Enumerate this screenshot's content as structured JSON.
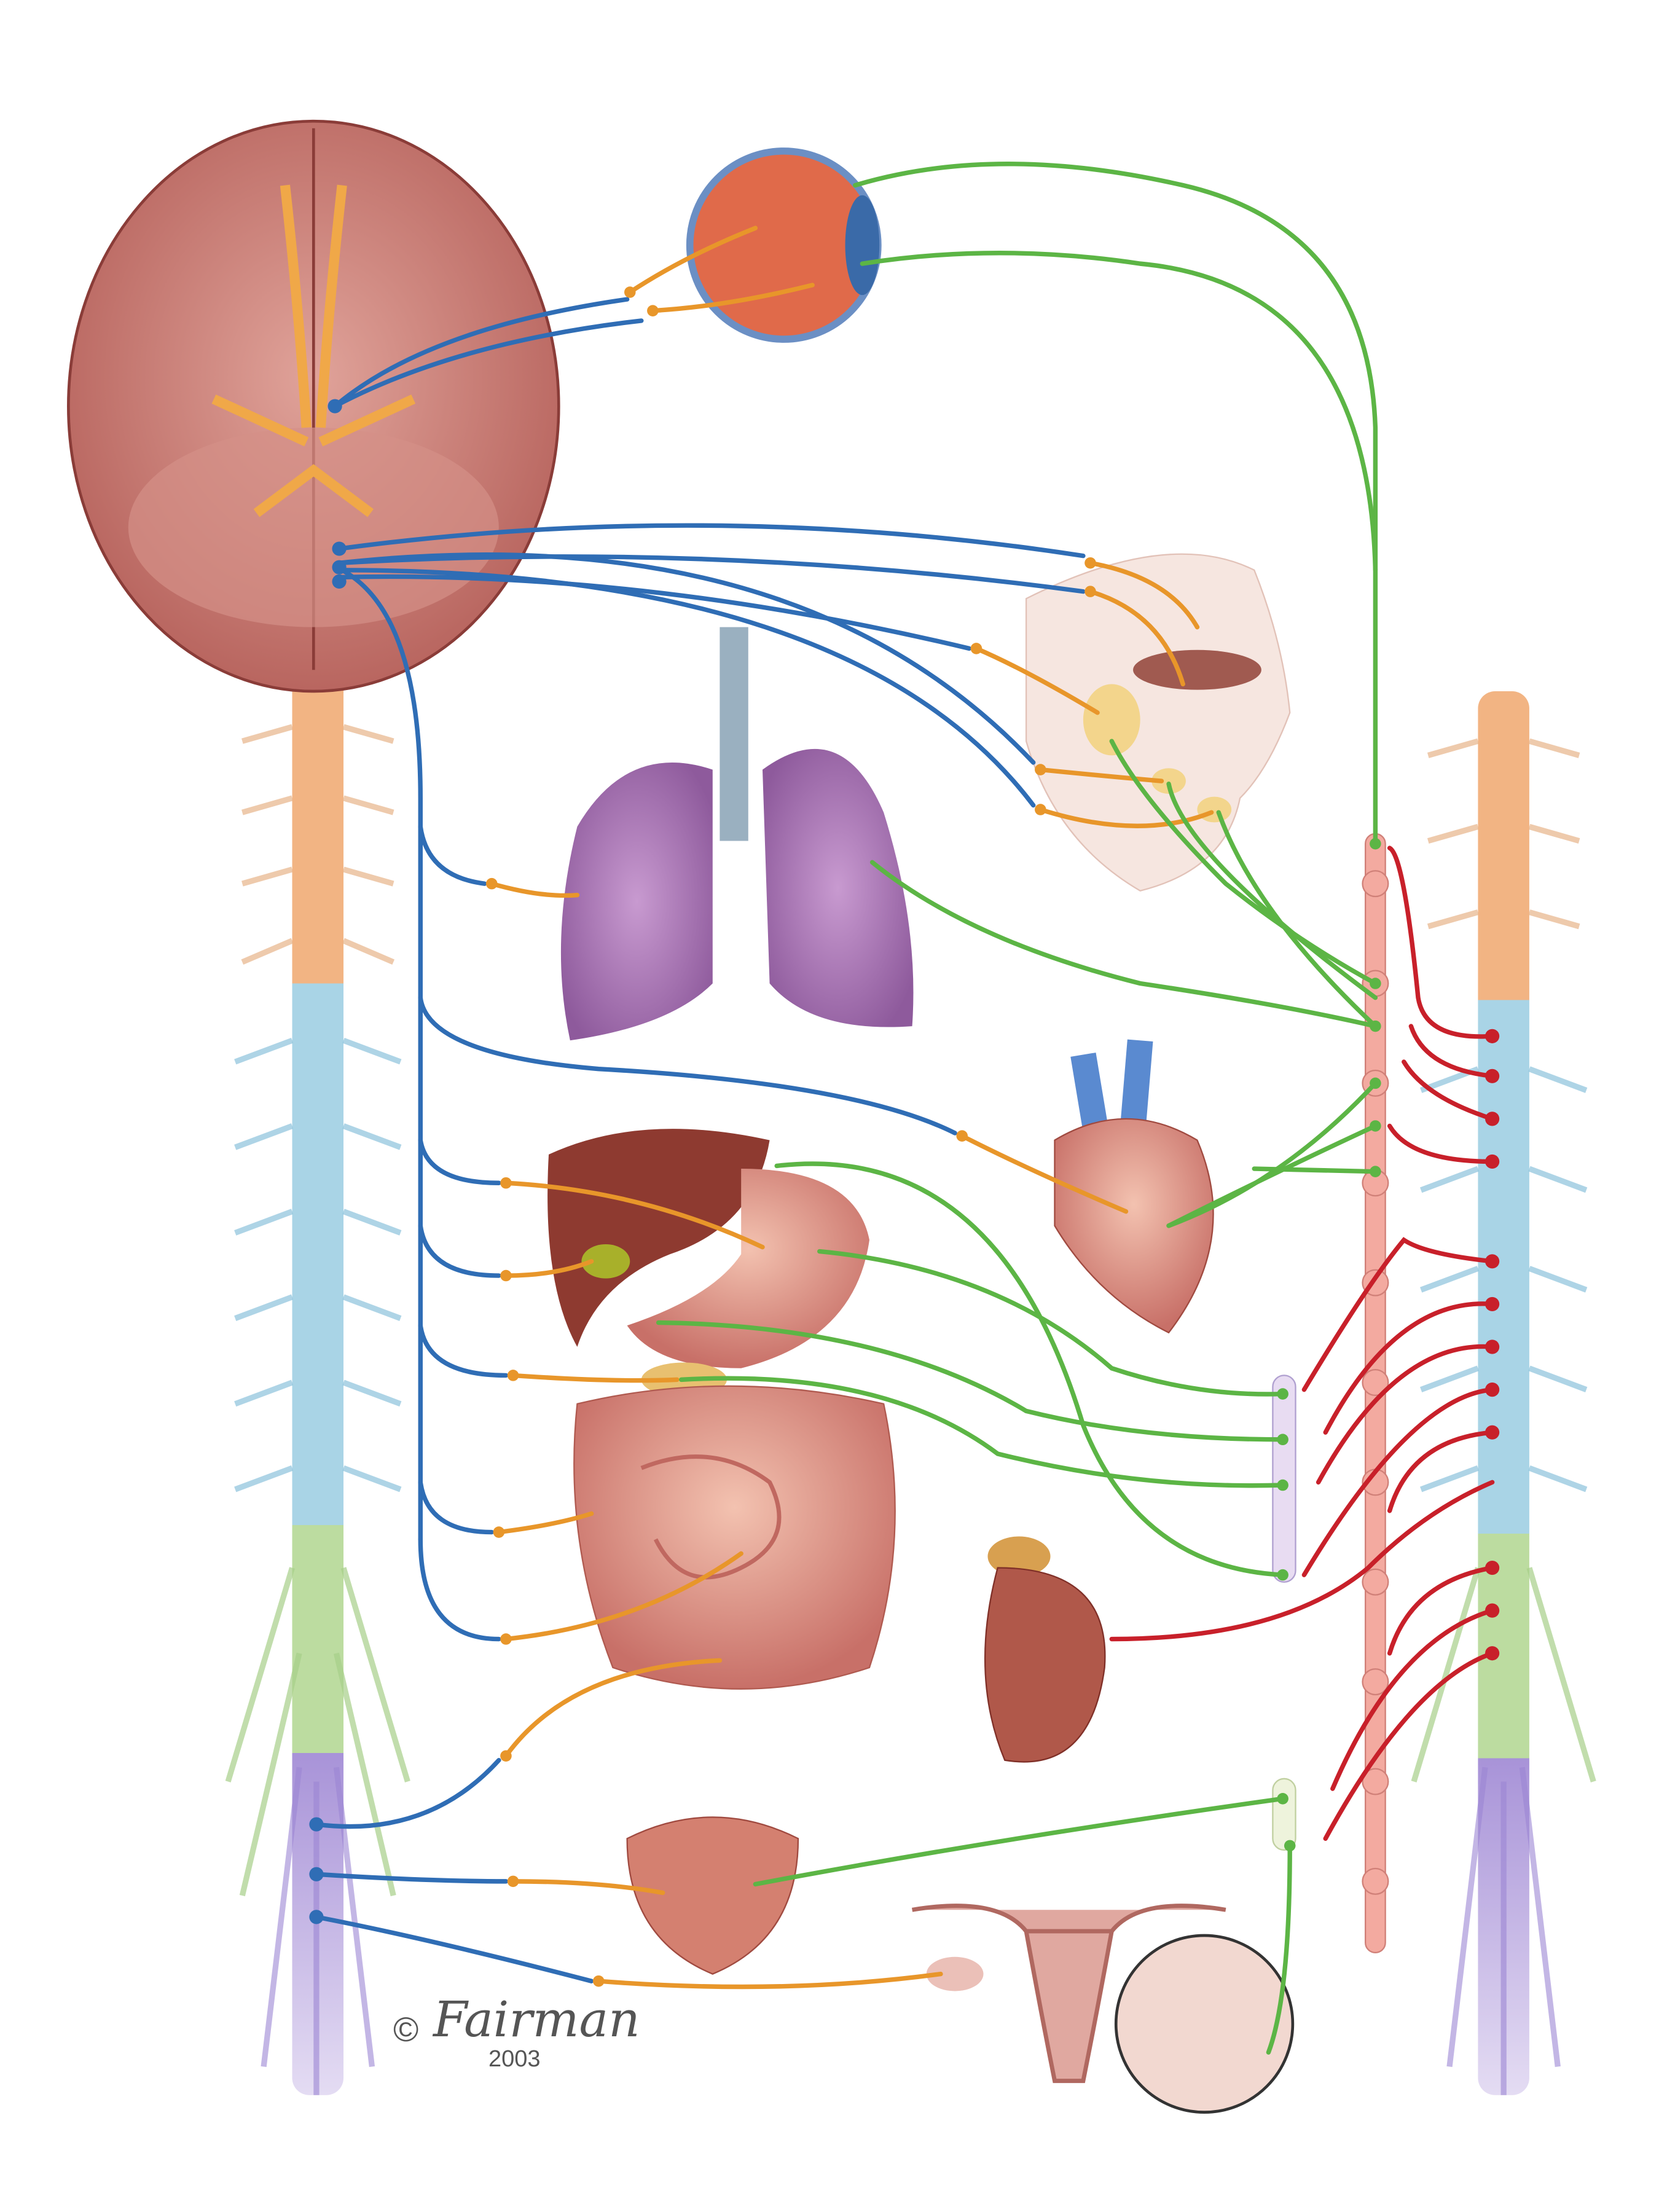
{
  "credit": {
    "copyright_symbol": "©",
    "signature": "Fairman",
    "year": "2003"
  },
  "colors": {
    "parasympathetic_preganglionic": "#2f6db5",
    "parasympathetic_postganglionic": "#e8962a",
    "sympathetic_postganglionic": "#5cb545",
    "sympathetic_preganglionic": "#c8202a",
    "cranial_cervical_segment": "#f2b483",
    "thoracic_segment": "#a9d4e6",
    "lumbar_segment": "#bcdca0",
    "sacral_segment": "#a893d8"
  },
  "organs": [
    "brain",
    "eye",
    "face-glands",
    "lungs",
    "heart",
    "liver",
    "stomach",
    "gallbladder",
    "pancreas",
    "intestines",
    "kidney",
    "adrenal-gland",
    "bladder",
    "uterus",
    "ovary-inset"
  ]
}
